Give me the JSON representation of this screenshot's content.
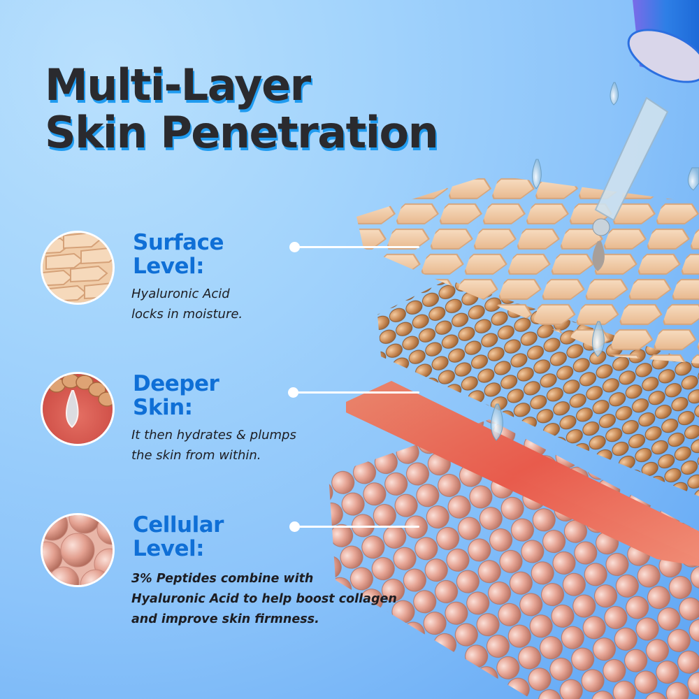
{
  "title": {
    "line1": "Multi-Layer",
    "line2": "Skin Penetration"
  },
  "colors": {
    "heading": "#0f6fd6",
    "title": "#2a2a2e",
    "title_shadow": "#1f9bf0",
    "background": "#8cc4fa"
  },
  "sections": [
    {
      "id": "surface",
      "heading_line1": "Surface",
      "heading_line2": "Level:",
      "desc_line1": "Hyaluronic Acid",
      "desc_line2": "locks in moisture.",
      "thumb_icon": "hexagon-skin-cells-icon"
    },
    {
      "id": "deeper",
      "heading_line1": "Deeper",
      "heading_line2": "Skin:",
      "desc_line1": "It then hydrates & plumps",
      "desc_line2": "the skin from within.",
      "thumb_icon": "water-droplet-icon"
    },
    {
      "id": "cellular",
      "heading_line1": "Cellular",
      "heading_line2": "Level:",
      "desc_line1": "3% Peptides combine with",
      "desc_line2": "Hyaluronic Acid to help boost collagen",
      "desc_line3": "and improve skin firmness.",
      "thumb_icon": "spherical-cells-icon"
    }
  ],
  "illustration": {
    "name": "skin-layers-with-dropper"
  }
}
